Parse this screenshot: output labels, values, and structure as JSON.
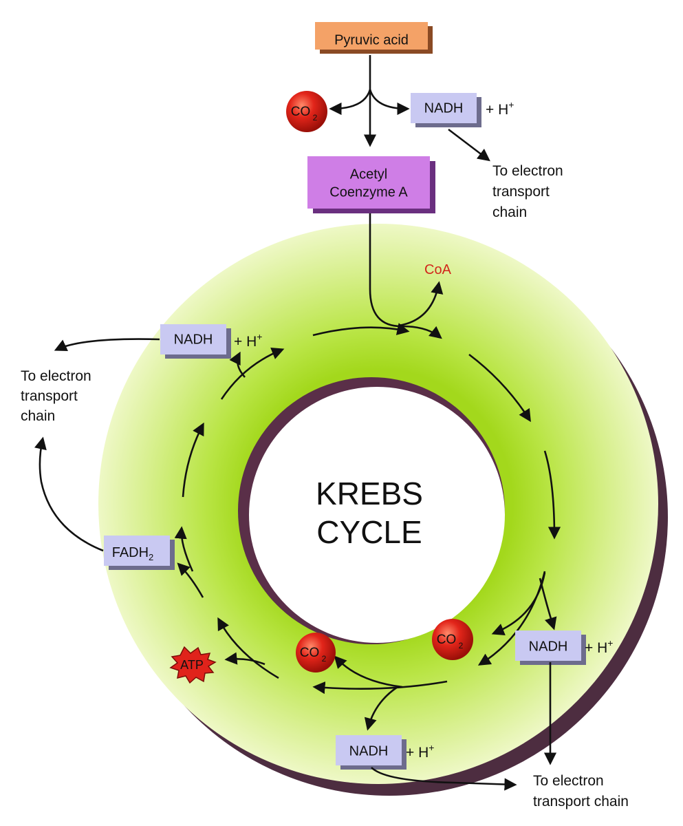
{
  "title": {
    "line1": "KREBS",
    "line2": "CYCLE"
  },
  "pyruvic_acid": "Pyruvic acid",
  "acetyl_coa": {
    "line1": "Acetyl",
    "line2": "Coenzyme A"
  },
  "coa": "CoA",
  "co2": {
    "base": "CO",
    "sub": "2"
  },
  "nadh": "NADH",
  "h_plus": {
    "base": "+ H",
    "sup": "+"
  },
  "fadh2": {
    "base": "FADH",
    "sub": "2"
  },
  "atp": "ATP",
  "etc_lines": {
    "l1": "To electron",
    "l2": "transport",
    "l3": "chain"
  },
  "etc_bottom": {
    "l1": "To electron",
    "l2": "transport chain"
  },
  "colors": {
    "pyruvic_box": "#f4a267",
    "acetyl_box": "#cf7ee6",
    "nadh_box": "#c9c9f2",
    "co2_ball": "#e2251a",
    "atp_star": "#e0231b",
    "coa_text": "#d2261b",
    "ring_green": "#b6e33d",
    "ring_shadow": "#4d2d40"
  }
}
